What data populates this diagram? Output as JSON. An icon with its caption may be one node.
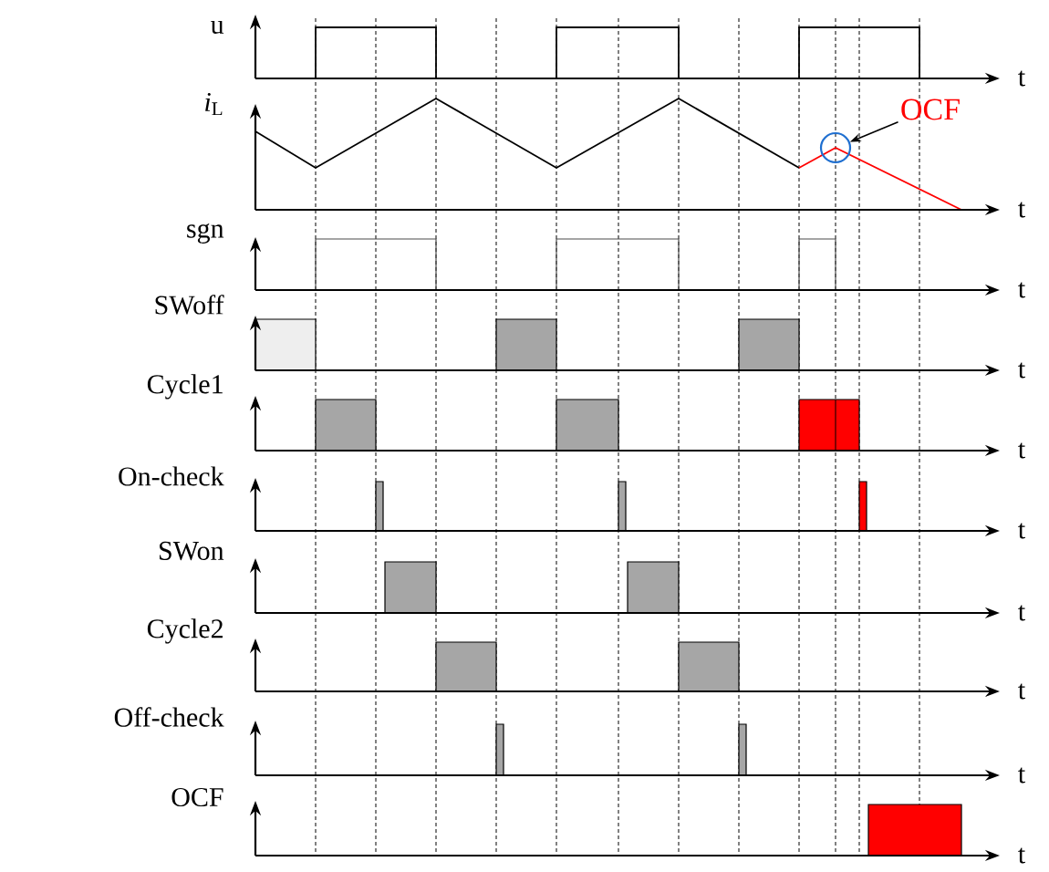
{
  "diagram": {
    "nodes": [
      {
        "text": [
          "OCF"
        ]
      },
      {
        "text": [],
        "shape": "circle"
      }
    ],
    "edges": [
      {
        "from": 0,
        "to": 1,
        "arrow": "to"
      }
    ],
    "labels": [
      "u",
      "t",
      "*i*$_{L}$",
      "t",
      "sgn",
      "t",
      "SWoff",
      "t",
      "Cycle1",
      "t",
      "On-check",
      "t",
      "SWon",
      "t",
      "Cycle2",
      "t",
      "Off-check",
      "t",
      "OCF",
      "t"
    ]
  }
}
